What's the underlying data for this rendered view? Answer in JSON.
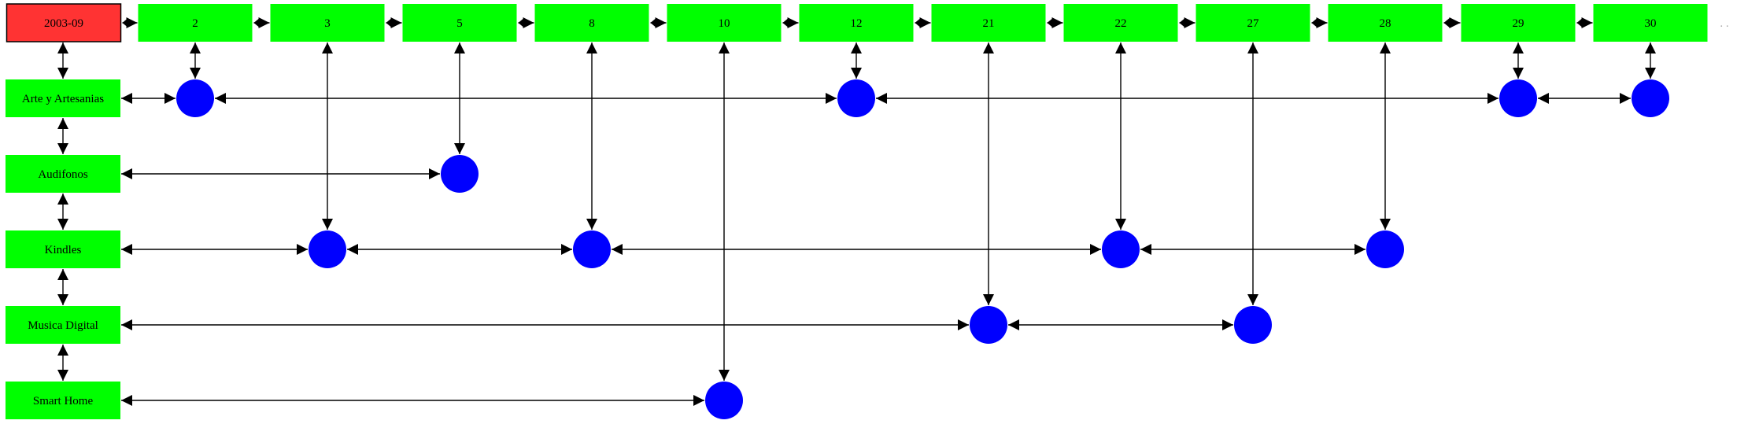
{
  "header": {
    "label": "2003-09",
    "color": "#ff3333"
  },
  "days": [
    {
      "label": "2"
    },
    {
      "label": "3"
    },
    {
      "label": "5"
    },
    {
      "label": "8"
    },
    {
      "label": "10"
    },
    {
      "label": "12"
    },
    {
      "label": "21"
    },
    {
      "label": "22"
    },
    {
      "label": "27"
    },
    {
      "label": "28"
    },
    {
      "label": "29"
    },
    {
      "label": "30"
    }
  ],
  "ellipsis": ". .",
  "categories": [
    {
      "label": "Arte y Artesanias",
      "days": [
        "2",
        "12",
        "29",
        "30"
      ]
    },
    {
      "label": "Audifonos",
      "days": [
        "5"
      ]
    },
    {
      "label": "Kindles",
      "days": [
        "3",
        "8",
        "22",
        "28"
      ]
    },
    {
      "label": "Musica Digital",
      "days": [
        "21",
        "27"
      ]
    },
    {
      "label": "Smart Home",
      "days": [
        "10"
      ]
    }
  ],
  "colors": {
    "node": "#00ff00",
    "event": "#0000ff",
    "edge": "#000000"
  }
}
